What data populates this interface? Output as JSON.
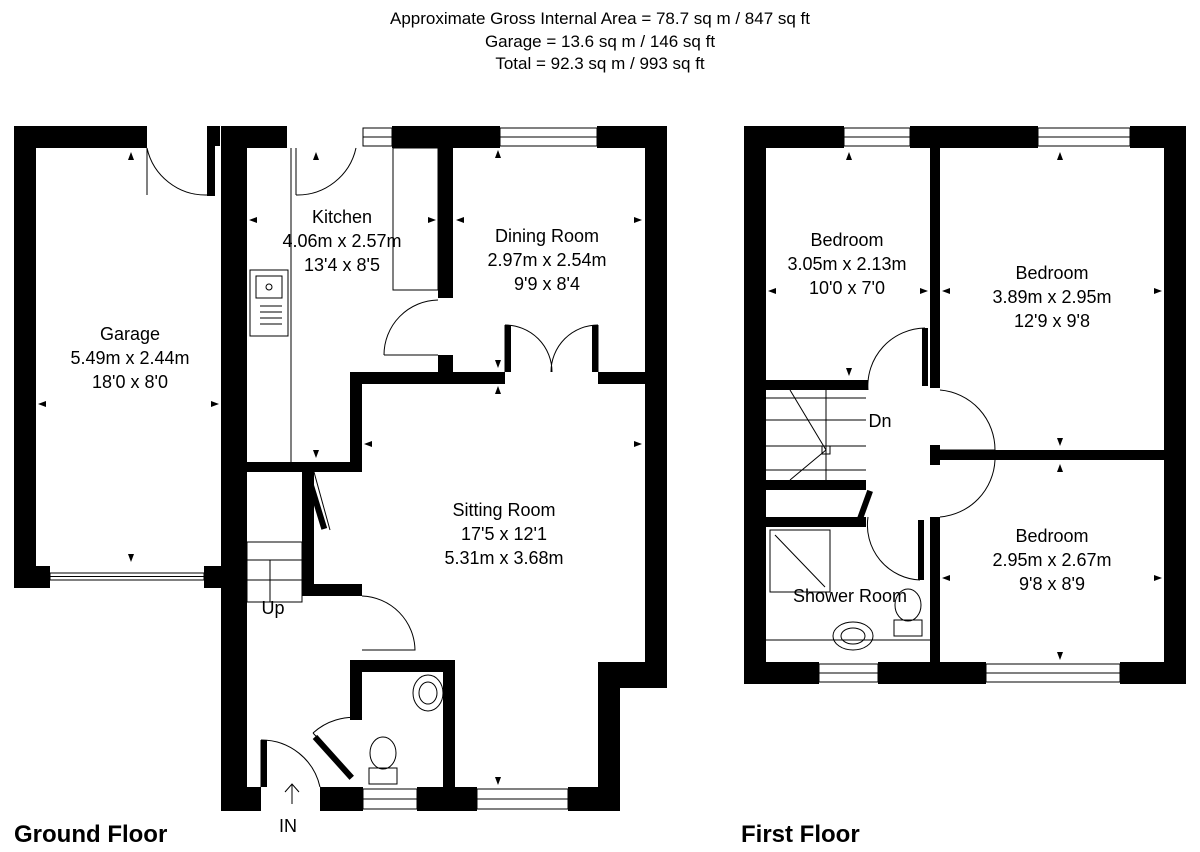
{
  "areas": {
    "internal": "Approximate Gross Internal Area = 78.7 sq m / 847 sq ft",
    "garage": "Garage = 13.6 sq m / 146 sq ft",
    "total": "Total = 92.3 sq m / 993 sq ft"
  },
  "floors": {
    "ground": "Ground Floor",
    "first": "First Floor"
  },
  "rooms": {
    "garage": {
      "name": "Garage",
      "metric": "5.49m x 2.44m",
      "imperial": "18'0 x 8'0"
    },
    "kitchen": {
      "name": "Kitchen",
      "metric": "4.06m x 2.57m",
      "imperial": "13'4 x 8'5"
    },
    "dining": {
      "name": "Dining Room",
      "metric": "2.97m x 2.54m",
      "imperial": "9'9 x 8'4"
    },
    "sitting": {
      "name": "Sitting Room",
      "line2": "17'5 x 12'1",
      "line3": "5.31m x 3.68m"
    },
    "bedroom1": {
      "name": "Bedroom",
      "metric": "3.05m x 2.13m",
      "imperial": "10'0 x 7'0"
    },
    "bedroom2": {
      "name": "Bedroom",
      "metric": "3.89m x 2.95m",
      "imperial": "12'9 x 9'8"
    },
    "bedroom3": {
      "name": "Bedroom",
      "metric": "2.95m x 2.67m",
      "imperial": "9'8 x 8'9"
    },
    "shower": {
      "name": "Shower Room"
    }
  },
  "labels": {
    "up": "Up",
    "down": "Dn",
    "entrance": "IN"
  }
}
